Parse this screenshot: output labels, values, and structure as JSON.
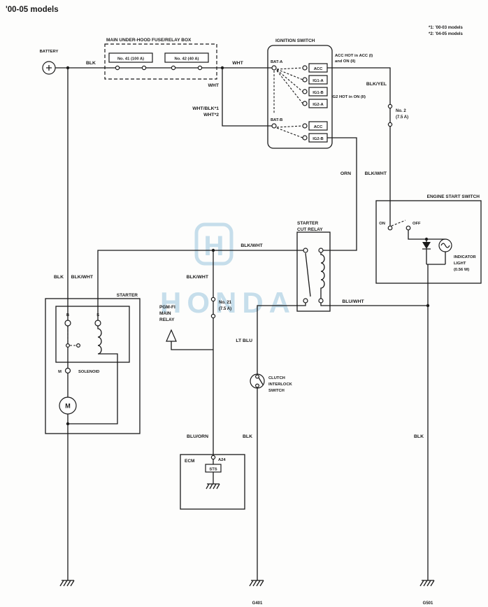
{
  "page": {
    "title": "'00-05 models",
    "footnote1": "*1: '00-03 models",
    "footnote2": "*2: '04-05 models"
  },
  "colors": {
    "ink": "#1a1a1a",
    "paper": "#fdfdfc",
    "watermark": "#b9d7e8"
  },
  "watermark": {
    "logo_letter": "H",
    "brand": "HONDA"
  },
  "components": {
    "battery": {
      "label": "BATTERY"
    },
    "main_fuse_box": {
      "title": "MAIN UNDER-HOOD FUSE/RELAY BOX",
      "fuse_41": "No. 41 (100 A)",
      "fuse_42": "No. 42 (40 A)"
    },
    "ignition_switch": {
      "title": "IGNITION SWITCH",
      "bat_a": "BAT-A",
      "acc_top": "ACC",
      "ig1_a": "IG1-A",
      "ig1_b": "IG1-B",
      "ig2_a": "IG2-A",
      "bat_b": "BAT-B",
      "acc_bottom": "ACC",
      "ig2_b": "IG2-B",
      "note_acc_1": "ACC HOT in ACC (I)",
      "note_acc_2": "and ON (II)",
      "note_ig2": "IG2 HOT in ON (II)"
    },
    "fuse_no2": {
      "name": "No. 2",
      "rating": "(7.5 A)"
    },
    "fuse_no21": {
      "name": "No. 21",
      "rating": "(7.5 A)"
    },
    "engine_start_switch": {
      "title": "ENGINE START SWITCH",
      "on": "ON",
      "off": "OFF",
      "indicator_1": "INDICATOR",
      "indicator_2": "LIGHT",
      "indicator_3": "(0.56 W)"
    },
    "starter_cut_relay": {
      "title_1": "STARTER",
      "title_2": "CUT RELAY"
    },
    "starter": {
      "title": "STARTER",
      "terminal_b": "B",
      "terminal_s": "S",
      "terminal_m": "M",
      "solenoid": "SOLENOID",
      "motor": "M"
    },
    "pgm_fi_relay": {
      "line1": "PGM-FI",
      "line2": "MAIN",
      "line3": "RELAY"
    },
    "clutch_interlock_switch": {
      "line1": "CLUTCH",
      "line2": "INTERLOCK",
      "line3": "SWITCH"
    },
    "ecm": {
      "title": "ECM",
      "pin": "A24",
      "signal": "STS"
    },
    "grounds": {
      "g401": "G401",
      "g501": "G501"
    }
  },
  "wires": {
    "blk_battery": "BLK",
    "wht_main": "WHT",
    "wht_branch": "WHT",
    "wht_blk_alt1": "WHT/BLK*1",
    "wht_alt2": "WHT*2",
    "blk_yel": "BLK/YEL",
    "blk_wht_right": "BLK/WHT",
    "orn": "ORN",
    "blk_wht_mid": "BLK/WHT",
    "blk_left": "BLK",
    "blk_wht_starter": "BLK/WHT",
    "blk_wht_pgm": "BLK/WHT",
    "blu_orn": "BLU/ORN",
    "lt_blu": "LT BLU",
    "blu_wht": "BLU/WHT",
    "blk_clutch": "BLK",
    "blk_right": "BLK"
  }
}
